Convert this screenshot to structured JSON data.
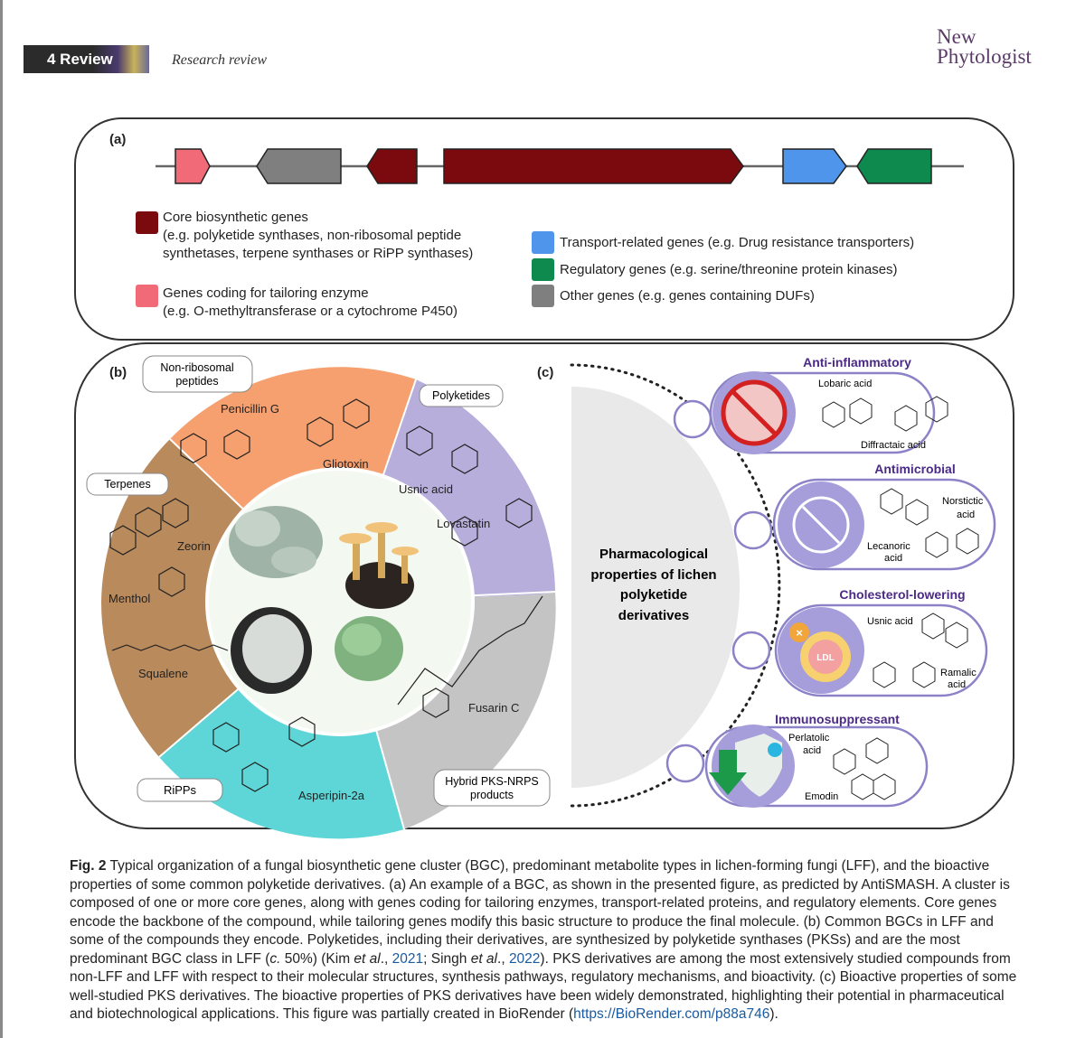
{
  "header": {
    "page_badge": "4  Review",
    "section": "Research review",
    "journal_line1": "New",
    "journal_line2": "Phytologist"
  },
  "panel_a": {
    "label": "(a)",
    "legend": {
      "core_line1": "Core biosynthetic genes",
      "core_line2": "(e.g. polyketide synthases, non-ribosomal peptide",
      "core_line3": "synthetases, terpene synthases or RiPP synthases)",
      "tailor_line1": "Genes coding for tailoring enzyme",
      "tailor_line2": "(e.g. O-methyltransferase or a cytochrome P450)",
      "transport": "Transport-related genes (e.g. Drug resistance transporters)",
      "regulatory": "Regulatory genes (e.g. serine/threonine protein kinases)",
      "other": "Other genes (e.g. genes containing DUFs)"
    },
    "colors": {
      "core": "#7a0a0e",
      "tailoring": "#f06a78",
      "transport": "#4f95ec",
      "regulatory": "#0f8a4e",
      "other": "#7f7f7f"
    }
  },
  "panel_b": {
    "label": "(b)",
    "classes": {
      "nrp": "Non-ribosomal",
      "nrp2": "peptides",
      "polyketides": "Polyketides",
      "terpenes": "Terpenes",
      "ripps": "RiPPs",
      "hybrid1": "Hybrid PKS-NRPS",
      "hybrid2": "products"
    },
    "compounds": {
      "penicillin": "Penicillin G",
      "gliotoxin": "Gliotoxin",
      "usnic": "Usnic acid",
      "lovastatin": "Lovastatin",
      "zeorin": "Zeorin",
      "menthol": "Menthol",
      "squalene": "Squalene",
      "asperipin": "Asperipin-2a",
      "fusarin": "Fusarin C"
    },
    "colors": {
      "nrp": "#f5a06e",
      "polyketides": "#b7aedb",
      "terpenes": "#b88a5c",
      "ripps": "#5ed6d8",
      "hybrid": "#c4c4c4"
    }
  },
  "panel_c": {
    "label": "(c)",
    "center_line1": "Pharmacological",
    "center_line2": "properties of lichen",
    "center_line3": "polyketide",
    "center_line4": "derivatives",
    "properties": {
      "p1": "Anti-inflammatory",
      "p2": "Antimicrobial",
      "p3": "Cholesterol-lowering",
      "p4": "Immunosuppressant"
    },
    "compounds": {
      "lobaric": "Lobaric acid",
      "diffractaic": "Diffractaic acid",
      "norstictic1": "Norstictic",
      "norstictic2": "acid",
      "lecanoric1": "Lecanoric",
      "lecanoric2": "acid",
      "usnic": "Usnic acid",
      "ramalic1": "Ramalic",
      "ramalic2": "acid",
      "perlatolic1": "Perlatolic",
      "perlatolic2": "acid",
      "emodin": "Emodin",
      "ldl": "LDL"
    },
    "accent": "#4b2a86"
  },
  "caption": {
    "fig": "Fig. 2",
    "part1": " Typical organization of a fungal biosynthetic gene cluster (BGC), predominant metabolite types in lichen-forming fungi (LFF), and the bioactive properties of some common polyketide derivatives. (a) An example of a BGC, as shown in the presented figure, as predicted by AntiSMASH. A cluster is composed of one or more core genes, along with genes coding for tailoring enzymes, transport-related proteins, and regulatory elements. Core genes encode the backbone of the compound, while tailoring genes modify this basic structure to produce the final molecule. (b) Common BGCs in LFF and some of the compounds they encode. Polyketides, including their derivatives, are synthesized by polyketide synthases (PKSs) and are the most predominant BGC class in LFF (",
    "c_italic": "c.",
    "part2": " 50%) (Kim ",
    "etal1": "et al",
    "part3": "., ",
    "ref1": "2021",
    "part4": "; Singh ",
    "etal2": "et al",
    "part5": "., ",
    "ref2": "2022",
    "part6": "). PKS derivatives are among the most extensively studied compounds from non-LFF and LFF with respect to their molecular structures, synthesis pathways, regulatory mechanisms, and bioactivity. (c) Bioactive properties of some well-studied PKS derivatives. The bioactive properties of PKS derivatives have been widely demonstrated, highlighting their potential in pharmaceutical and biotechnological applications. This figure was partially created in BioRender (",
    "link": "https://BioRender.com/p88a746",
    "part7": ")."
  }
}
